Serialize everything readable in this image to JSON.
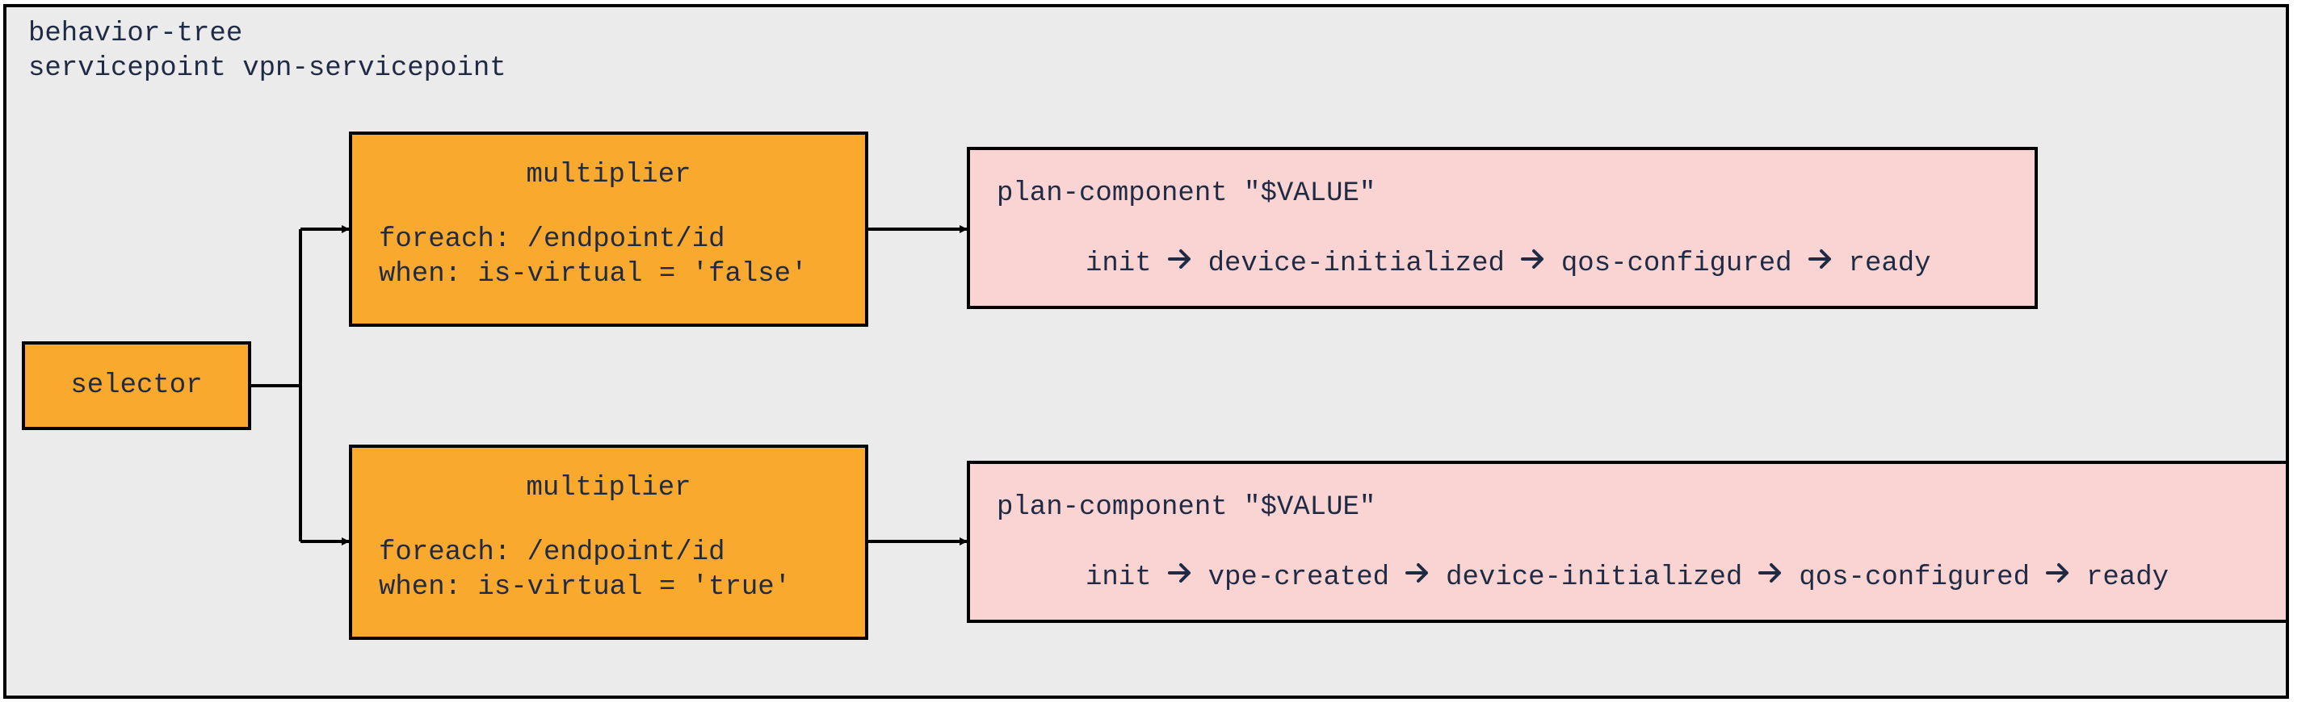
{
  "header": {
    "line1": "behavior-tree",
    "line2": "servicepoint vpn-servicepoint"
  },
  "selector": {
    "label": "selector"
  },
  "multipliers": [
    {
      "title": "multiplier",
      "foreach": "foreach: /endpoint/id",
      "when": "when: is-virtual = 'false'"
    },
    {
      "title": "multiplier",
      "foreach": "foreach: /endpoint/id",
      "when": "when: is-virtual = 'true'"
    }
  ],
  "plans": [
    {
      "title": "plan-component \"$VALUE\"",
      "states": [
        "init",
        "device-initialized",
        "qos-configured",
        "ready"
      ]
    },
    {
      "title": "plan-component \"$VALUE\"",
      "states": [
        "init",
        "vpe-created",
        "device-initialized",
        "qos-configured",
        "ready"
      ]
    }
  ],
  "colors": {
    "node_orange": "#f8a92e",
    "plan_pink": "#f9d4d3",
    "background": "#ebebeb",
    "text": "#1f2a44"
  },
  "icons": {
    "state_arrow": "arrow-right-icon"
  }
}
